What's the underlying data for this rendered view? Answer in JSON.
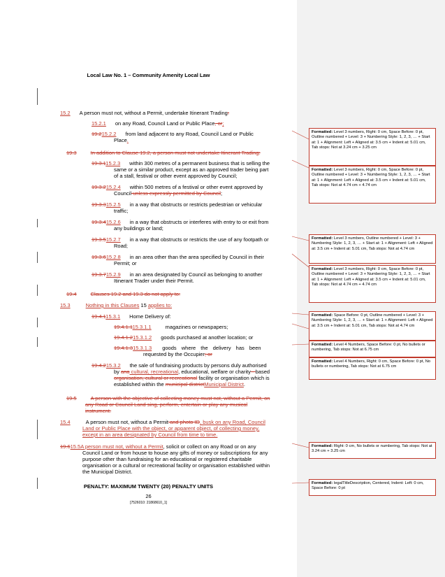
{
  "header": {
    "title": "Local Law No. 1 – Community Amenity Local Law"
  },
  "body": {
    "l01": {
      "num": "15.2",
      "t1": "A person must not, without a Permit, undertake Itinerant Trading",
      "t2": ":"
    },
    "l02": {
      "num": "15.2.1",
      "t": "on any Road, Council Land or Public Place",
      "d": ", or",
      "i": ";"
    },
    "l03": {
      "d": "19.2",
      "i": "15.2.2",
      "t": "from land adjacent to any Road, Council Land or Public"
    },
    "l04": {
      "t": "Place",
      "i": "."
    },
    "l05": {
      "d1": "19.3",
      "d2": "In addition to Clause 19.2, a person must not undertake Itinerant Trading:"
    },
    "l06": {
      "d": "19.3.1",
      "i": "15.2.3",
      "t": "within 300 metres of a permanent business that is selling the"
    },
    "l07": {
      "t": "same or a similar product, except as an approved trader being part"
    },
    "l08": {
      "t": "of a stall, festival or other event approved by Council;"
    },
    "l09": {
      "d": "19.3.2",
      "i": "15.2.4",
      "t": "within 500 metres of a festival or other event approved by"
    },
    "l10": {
      "t": "Council",
      "d": " unless expressly permitted by Council",
      "t2": ";"
    },
    "l11": {
      "d": "19.3.3",
      "i": "15.2.5",
      "t": "in a way that obstructs or restricts pedestrian or vehicular"
    },
    "l12": {
      "t": "traffic;"
    },
    "l13": {
      "d": "19.3.4",
      "i": "15.2.6",
      "t": "in a way that obstructs or interferes with entry to or exit from"
    },
    "l14": {
      "t": "any buildings or land;"
    },
    "l15": {
      "d": "19.3.5",
      "i": "15.2.7",
      "t": "in a way that obstructs or restricts the use of any footpath or"
    },
    "l16": {
      "t": "Road;"
    },
    "l17": {
      "d": "19.3.6",
      "i": "15.2.8",
      "t": "in an area other than the area specified by Council in their"
    },
    "l18": {
      "t": "Permit; or"
    },
    "l19": {
      "d": "19.3.7",
      "i": "15.2.9",
      "t": "in an area designated by Council as belonging to another"
    },
    "l20": {
      "t": "Itinerant Trader under their Permit."
    },
    "l21": {
      "d1": "19.4",
      "d2": "Clauses 19.2 and 19.3 do not apply to:"
    },
    "l22": {
      "num": "15.3",
      "i1": "Nothing in this Clauses",
      "t": "15",
      "i2": "applies to:"
    },
    "l23": {
      "d": "19.4.1",
      "i": "15.3.1",
      "t": "Home Delivery of:"
    },
    "l24": {
      "d": "19.4.1.1",
      "i": "15.3.1.1",
      "t": "magazines or newspapers;"
    },
    "l25": {
      "d": "19.4.1.2",
      "i": "15.3.1.2",
      "t": "goods purchased at another location; or"
    },
    "l26": {
      "d": "19.4.1.3",
      "i": "15.3.1.3",
      "t": "goods where the delivery has been"
    },
    "l27": {
      "t": "requested by the Occupier",
      "d": "; or"
    },
    "l28": {
      "d": "19.4.2",
      "i": "15.3.2",
      "t": "the sale of fundraising products by persons duly authorised"
    },
    "l29": {
      "t1": "by ",
      "d": "ana",
      "i": " cultural, recreational",
      "t2": ", educational, welfare or charity",
      "d2": " - ",
      "t3": "based"
    },
    "l30": {
      "d": "organisation, cultural or recreational",
      "t": " facility or organisation which is"
    },
    "l31": {
      "t": "established within the ",
      "d": "municipal district",
      "i": "Municipal District",
      "t2": "."
    },
    "l32": {
      "d": "19.5",
      "d2": "A person with the objective of collecting money must not, without a Permit, on"
    },
    "l33": {
      "d": "any Road or Council Land sing, perform, entertain or play any musical"
    },
    "l34": {
      "d": "instrument."
    },
    "l35": {
      "num": "15.4",
      "t": "A person must not, without a Permit",
      "d": " and photo ID",
      "t2": ", busk on any Road, ",
      "i": "Council"
    },
    "l36": {
      "i": "Land or Public Place with the object, or apparent object, of collecting money,"
    },
    "l37": {
      "i": "except in an area designated by Council from time to time."
    },
    "l38": {
      "d": "19.6",
      "i": "15.5",
      "i2": "A person must not, without a Permit",
      "t": ", solicit or collect on any Road or on any"
    },
    "l39": {
      "t": "Council Land or from house to house any gifts of money or subscriptions for any"
    },
    "l40": {
      "t": "purpose other than fundraising for an educational or registered charitable"
    },
    "l41": {
      "t": "organisation or a cultural or recreational facility or organisation established within"
    },
    "l42": {
      "t": "the Municipal District."
    }
  },
  "footer": {
    "penalty": "PENALTY: MAXIMUM TWENTY (20) PENALTY UNITS",
    "page_number": "26",
    "doc_ref": "[7526010: 21868610_1]"
  },
  "comments": {
    "panel_title": "Comment [GM1]: Legal citation",
    "label": "Formatted:",
    "c1": "Level 3 numbers, Right: 0 cm, Space Before: 0 pt, Outline numbered + Level: 3 + Numbering Style: 1, 2, 3, … + Start at: 1 + Alignment: Left + Aligned at: 3.5 cm + Indent at: 5.01 cm, Tab stops: Not at 3.24 cm + 3.25 cm",
    "c2": "Level 3 numbers, Right: 0 cm, Space Before: 0 pt, Outline numbered + Level: 3 + Numbering Style: 1, 2, 3, … + Start at: 1 + Alignment: Left + Aligned at: 3.5 cm + Indent at: 5.01 cm, Tab stops: Not at 4.74 cm + 4.74 cm",
    "c3": "Level 3 numbers, Outline numbered + Level: 3 + Numbering Style: 1, 2, 3, … + Start at: 1 + Alignment: Left + Aligned at: 3.5 cm + Indent at: 5.01 cm, Tab stops: Not at 4.74 cm",
    "c4": "Level 3 numbers, Right: 0 cm, Space Before: 0 pt, Outline numbered + Level: 3 + Numbering Style: 1, 2, 3, … + Start at: 1 + Alignment: Left + Aligned at: 3.5 cm + Indent at: 5.01 cm, Tab stops: Not at 4.74 cm + 4.74 cm",
    "c5": "Space Before: 0 pt, Outline numbered + Level: 3 + Numbering Style: 1, 2, 3, … + Start at: 1 + Alignment: Left + Aligned at: 3.5 cm + Indent at: 5.01 cm, Tab stops: Not at 4.74 cm",
    "c6": "Level 4 Numbers, Space Before: 0 pt, No bullets or numbering, Tab stops: Not at 6.75 cm",
    "c7": "Level 4 Numbers, Right: 0 cm, Space Before: 0 pt, No bullets or numbering, Tab stops: Not at 6.75 cm",
    "c8": "Right: 0 cm, No bullets or numbering, Tab stops: Not at 3.24 cm + 3.25 cm",
    "c9": "legalTitleDescription, Centered, Indent: Left: 0 cm, Space Before: 0 pt"
  },
  "colors": {
    "revision": "#c0392b",
    "panel": "#f2f2f2"
  }
}
